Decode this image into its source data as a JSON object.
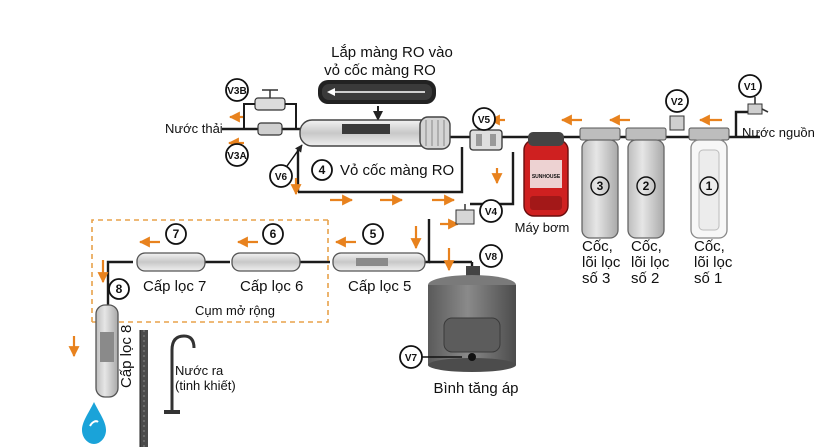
{
  "title": {
    "line1": "Lắp màng RO  vào",
    "line2": "vỏ cốc màng RO"
  },
  "labels": {
    "waste_water": "Nước thải",
    "source_water": "Nước nguồn",
    "ro_housing": "Vỏ cốc màng RO",
    "pump": "Máy bơm",
    "pump_brand": "SUNHOUSE",
    "expansion_group": "Cụm mở rộng",
    "pressure_tank": "Bình tăng áp",
    "outlet_line1": "Nước ra",
    "outlet_line2": "(tinh khiết)"
  },
  "filters": {
    "f1": {
      "num": "1",
      "line1": "Cốc,",
      "line2": "lõi lọc",
      "line3": "số 1"
    },
    "f2": {
      "num": "2",
      "line1": "Cốc,",
      "line2": "lõi lọc",
      "line3": "số 2"
    },
    "f3": {
      "num": "3",
      "line1": "Cốc,",
      "line2": "lõi lọc",
      "line3": "số 3"
    }
  },
  "stages": {
    "s4": "4",
    "s5": {
      "num": "5",
      "label": "Cấp lọc 5"
    },
    "s6": {
      "num": "6",
      "label": "Cấp lọc 6"
    },
    "s7": {
      "num": "7",
      "label": "Cấp lọc 7"
    },
    "s8": {
      "num": "8",
      "label": "Cấp lọc 8"
    }
  },
  "valves": {
    "v1": "V1",
    "v2": "V2",
    "v3a": "V3A",
    "v3b": "V3B",
    "v4": "V4",
    "v5": "V5",
    "v6": "V6",
    "v7": "V7",
    "v8": "V8"
  },
  "colors": {
    "flow_arrow": "#e8821e",
    "dashed_border": "#e8a24a",
    "filter_body": "#d9d9d9",
    "tank": "#6e6e6e",
    "droplet": "#1aa3d9"
  }
}
